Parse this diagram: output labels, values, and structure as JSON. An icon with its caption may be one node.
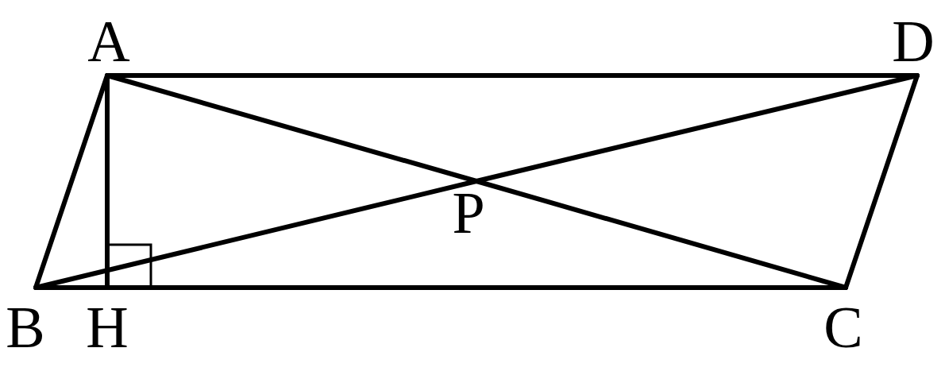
{
  "diagram": {
    "nodes": [
      {
        "text": [
          "A"
        ]
      },
      {
        "text": [
          "D"
        ]
      },
      {
        "text": [
          "P"
        ]
      },
      {
        "text": [
          "B"
        ]
      },
      {
        "text": [
          "H"
        ]
      },
      {
        "text": [
          "C"
        ]
      }
    ],
    "edges": [
      {
        "from": 0,
        "to": 1,
        "arrow": "none"
      },
      {
        "from": 0,
        "to": 3,
        "arrow": "none"
      },
      {
        "from": 1,
        "to": 5,
        "arrow": "none"
      },
      {
        "from": 3,
        "to": 4,
        "arrow": "none"
      },
      {
        "from": 4,
        "to": 5,
        "arrow": "none"
      },
      {
        "from": 0,
        "to": 4,
        "arrow": "none"
      },
      {
        "from": 0,
        "to": 2,
        "arrow": "none"
      },
      {
        "from": 2,
        "to": 5,
        "arrow": "none"
      },
      {
        "from": 3,
        "to": 2,
        "arrow": "none"
      },
      {
        "from": 2,
        "to": 1,
        "arrow": "none"
      }
    ]
  }
}
